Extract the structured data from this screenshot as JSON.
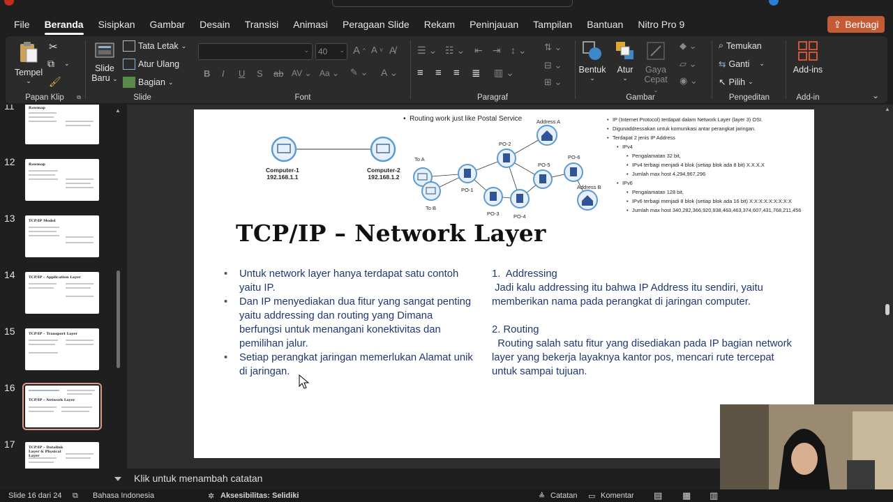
{
  "menu": {
    "tabs": [
      "File",
      "Beranda",
      "Sisipkan",
      "Gambar",
      "Desain",
      "Transisi",
      "Animasi",
      "Peragaan Slide",
      "Rekam",
      "Peninjauan",
      "Tampilan",
      "Bantuan",
      "Nitro Pro 9"
    ],
    "active": "Beranda",
    "share": "Berbagi"
  },
  "ribbon": {
    "clipboard": {
      "paste": "Tempel",
      "label": "Papan Klip"
    },
    "slides": {
      "new_slide_1": "Slide",
      "new_slide_2": "Baru",
      "layout": "Tata Letak",
      "reset": "Atur Ulang",
      "section": "Bagian",
      "label": "Slide"
    },
    "font": {
      "size": "40",
      "label": "Font"
    },
    "paragraph": {
      "label": "Paragraf"
    },
    "drawing": {
      "shapes": "Bentuk",
      "arrange": "Atur",
      "styles_1": "Gaya",
      "styles_2": "Cepat",
      "label": "Gambar"
    },
    "editing": {
      "find": "Temukan",
      "replace": "Ganti",
      "select": "Pilih",
      "label": "Pengeditan"
    },
    "addins": {
      "button": "Add-ins",
      "label": "Add-in"
    }
  },
  "thumbnails": [
    {
      "num": "11",
      "title": "Rawmap"
    },
    {
      "num": "12",
      "title": "Rawmap"
    },
    {
      "num": "13",
      "title": "TCP/IP Model"
    },
    {
      "num": "14",
      "title": "TCP/IP – Application Layer"
    },
    {
      "num": "15",
      "title": "TCP/IP – Transport Layer"
    },
    {
      "num": "16",
      "title": "TCP/IP – Network Layer"
    },
    {
      "num": "17",
      "title": "TCP/IP – Datalink Layer & Physical Layer"
    }
  ],
  "slide": {
    "diagram": {
      "title": "Routing work just like Postal Service",
      "computer1_name": "Computer-1",
      "computer1_ip": "192.168.1.1",
      "computer2_name": "Computer-2",
      "computer2_ip": "192.168.1.2",
      "to_a": "To A",
      "to_b": "To B",
      "address_a": "Address A",
      "address_b": "Address B",
      "po1": "PO-1",
      "po2": "PO-2",
      "po3": "PO-3",
      "po4": "PO-4",
      "po5": "PO-5",
      "po6": "PO-6"
    },
    "ip_info": {
      "l1": "IP (Internet Protocol) terdapat dalam Network Layer (layer 3)  OSI.",
      "l2": "Digunaddressakan untuk komunikasi antar perangkat jaringan.",
      "l3": "Terdapat 2 jenis IP Address",
      "ipv4": "IPv4",
      "ipv4_a": "Pengalamatan 32 bit,",
      "ipv4_b": "IPv4 terbagi menjadi 4 blok (setiap blok ada 8 bit) X.X.X.X",
      "ipv4_c": "Jumlah max host 4,294,967,296",
      "ipv6": "IPv6",
      "ipv6_a": "Pengalamatan 128 bit,",
      "ipv6_b": "IPv6 terbagi menjadi 8 blok (setiap blok ada 16 bit) X:X:X:X:X:X:X:X:X",
      "ipv6_c": "Jumlah max host 340,282,366,920,938,463,463,374,607,431,768,211,456"
    },
    "title": "TCP/IP – Network Layer",
    "left_bullets": [
      "Untuk network layer hanya terdapat satu contoh yaitu IP.",
      "Dan IP menyediakan dua fitur yang sangat penting yaitu addressing dan routing yang Dimana berfungsi untuk menangani konektivitas dan pemilihan jalur.",
      "Setiap perangkat jaringan memerlukan Alamat unik di jaringan."
    ],
    "right": {
      "h1": "1.  Addressing",
      "p1": " Jadi kalu addressing itu bahwa IP Address itu sendiri, yaitu memberikan nama pada perangkat di jaringan computer.",
      "h2": "2. Routing",
      "p2": "  Routing salah satu fitur yang disediakan pada IP bagian network layer yang bekerja layaknya kantor pos, mencari rute tercepat untuk sampai tujuan."
    }
  },
  "notes_placeholder": "Klik untuk menambah catatan",
  "status": {
    "slide_info": "Slide 16 dari 24",
    "language": "Bahasa Indonesia",
    "accessibility": "Aksesibilitas: Selidiki",
    "notes": "Catatan",
    "comments": "Komentar"
  },
  "colors": {
    "accent": "#c35b35",
    "slide_text": "#1f3870",
    "router_blue": "#2f5597"
  }
}
